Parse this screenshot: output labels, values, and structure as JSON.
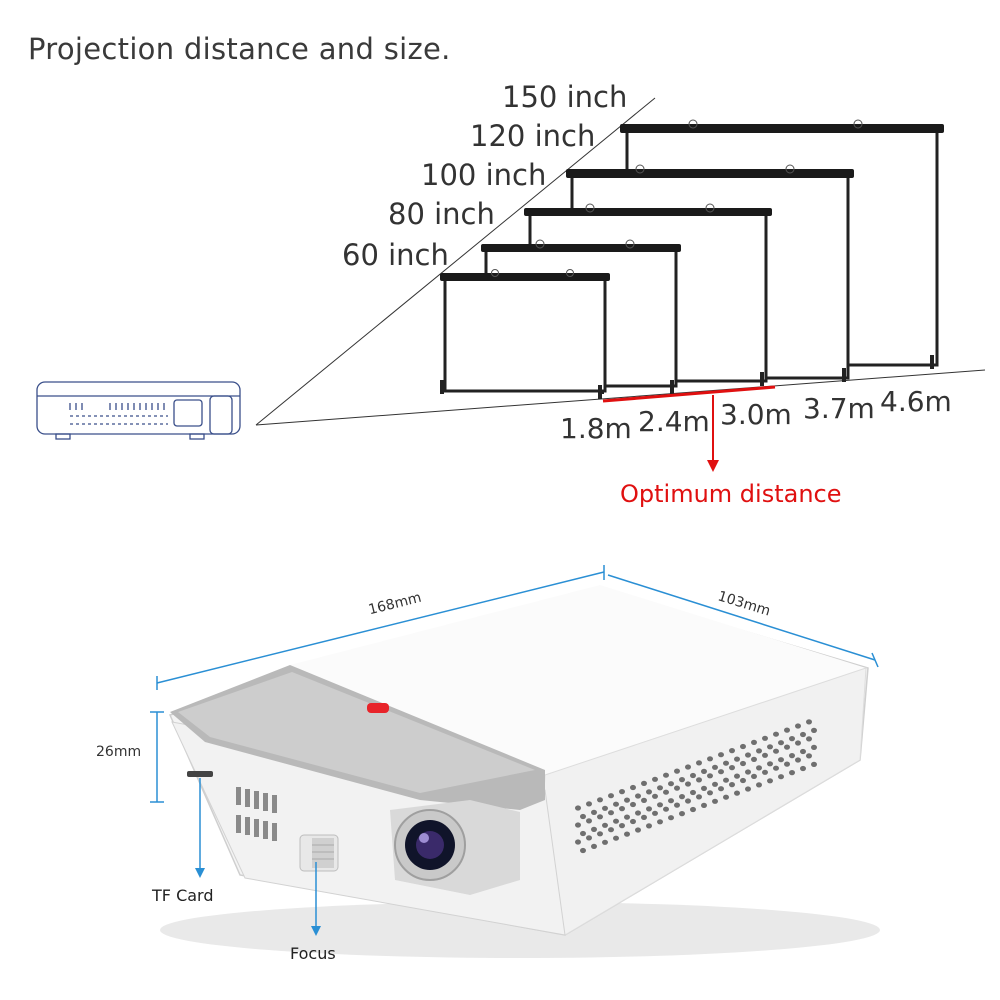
{
  "title": "Projection distance and size.",
  "screen_sizes": [
    "150 inch",
    "120 inch",
    "100 inch",
    "80 inch",
    "60 inch"
  ],
  "distances": [
    "1.8m",
    "2.4m",
    "3.0m",
    "3.7m",
    "4.6m"
  ],
  "optimum_label": "Optimum distance",
  "dimensions": {
    "length": "168mm",
    "width": "103mm",
    "height": "26mm"
  },
  "callouts": {
    "tf_card": "TF Card",
    "focus": "Focus"
  },
  "colors": {
    "accent_red": "#e01010",
    "dimension_blue": "#2a8fd4",
    "text": "#333333"
  },
  "icons": {
    "projector_small": "projector-outline-icon",
    "projector_main": "mini-projector-illustration"
  }
}
